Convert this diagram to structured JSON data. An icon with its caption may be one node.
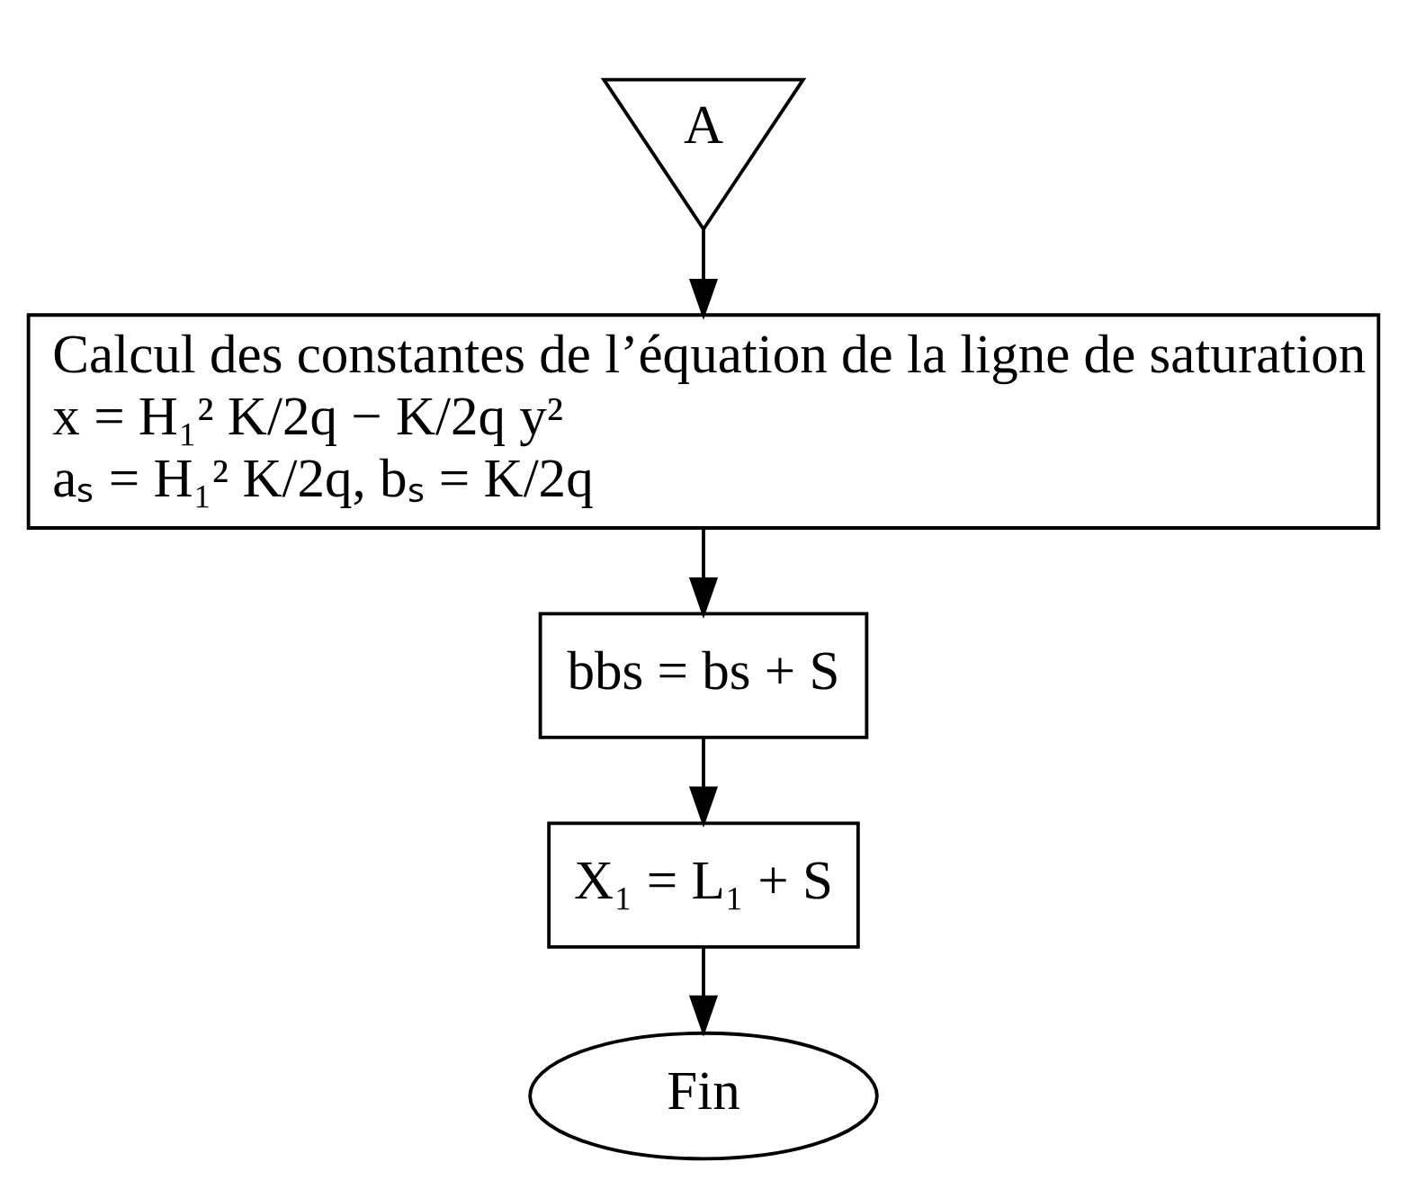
{
  "diagram": {
    "nodes": [
      {
        "text": [
          "A"
        ]
      },
      {
        "text": [
          "Calcul des constantes de l’équation de la ligne de saturation",
          "x = H₁² K/2q − K/2q y²",
          "aₛ = H₁² K/2q, bₛ = K/2q"
        ]
      },
      {
        "text": [
          "bbs = bs + S"
        ]
      },
      {
        "text": [
          "X₁ = L₁ + S"
        ]
      },
      {
        "text": [
          "Fin"
        ]
      }
    ],
    "edges": [
      {
        "from": 0,
        "to": 1,
        "arrow": "to"
      },
      {
        "from": 1,
        "to": 2,
        "arrow": "to"
      },
      {
        "from": 2,
        "to": 3,
        "arrow": "to"
      },
      {
        "from": 3,
        "to": 4,
        "arrow": "to"
      }
    ]
  }
}
